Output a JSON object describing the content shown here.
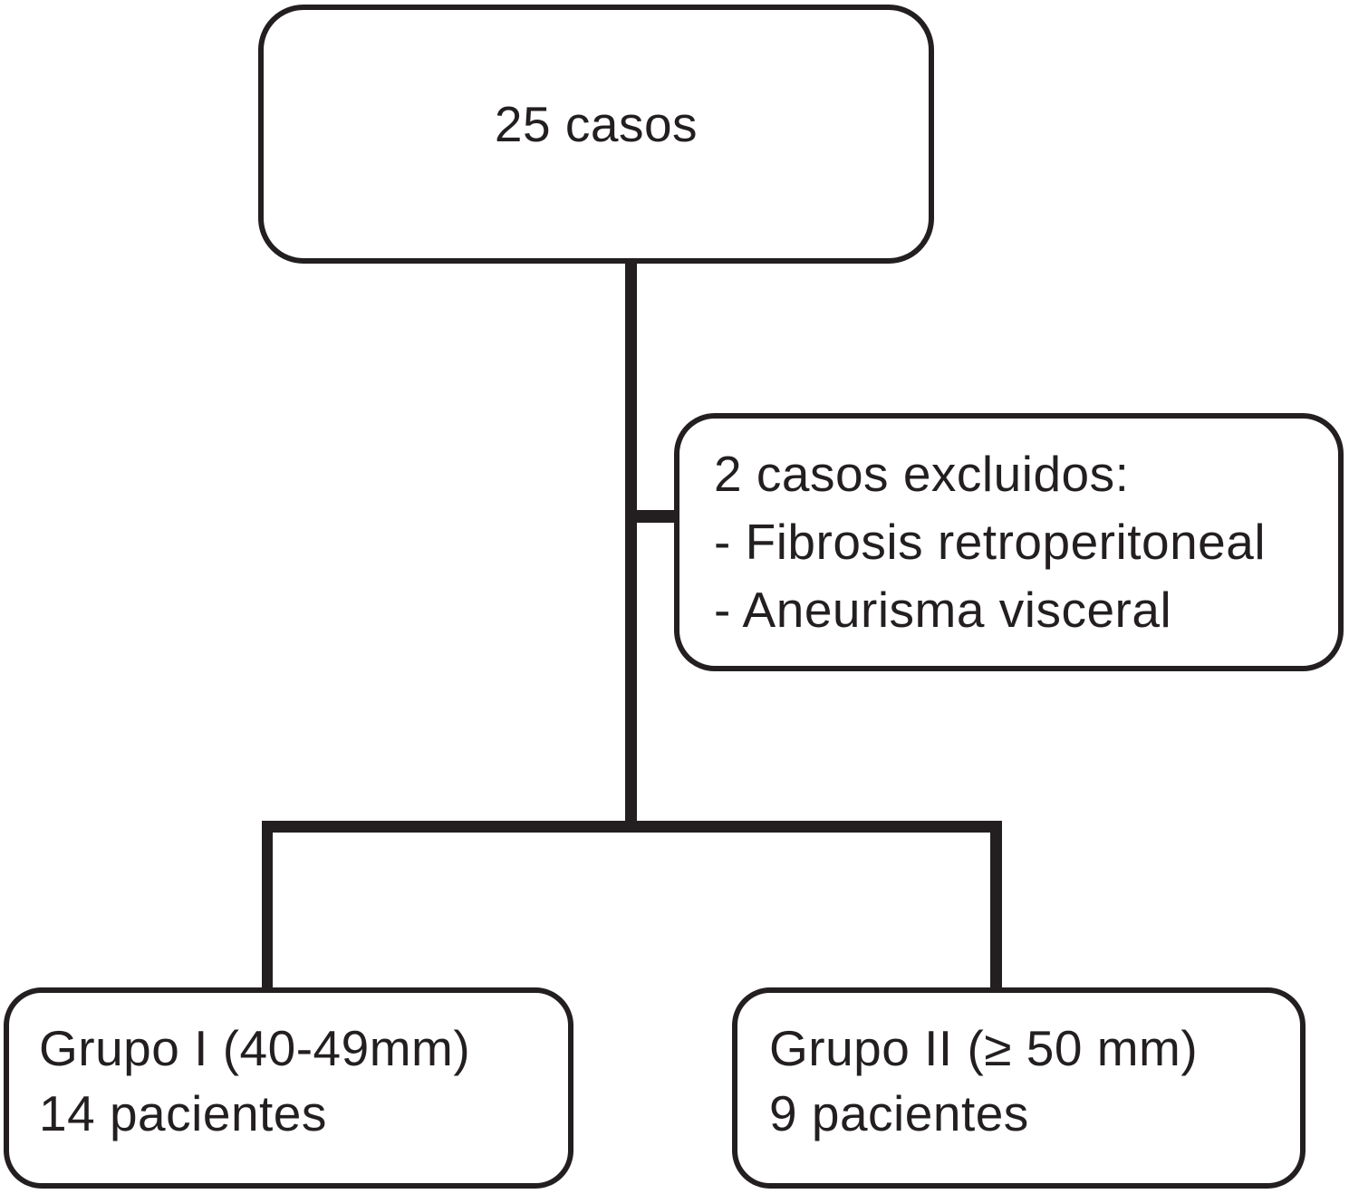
{
  "colors": {
    "ink": "#231f20",
    "bg": "#ffffff"
  },
  "nodes": {
    "root": {
      "label": "25 casos"
    },
    "exclusion": {
      "title": "2 casos excluidos:",
      "items": [
        "- Fibrosis retroperitoneal",
        "- Aneurisma visceral"
      ]
    },
    "group1": {
      "title": "Grupo I (40-49mm)",
      "count": "14 pacientes"
    },
    "group2": {
      "title": "Grupo II (≥ 50 mm)",
      "count": "9 pacientes"
    }
  }
}
